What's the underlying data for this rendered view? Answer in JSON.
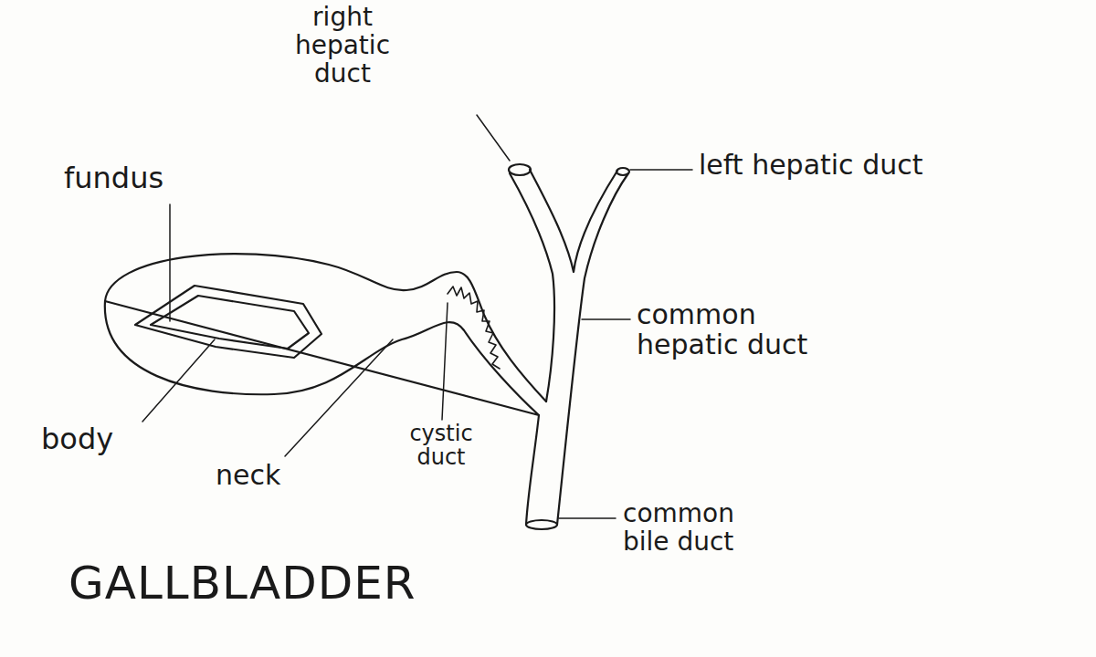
{
  "diagram": {
    "title": "GALLBLADDER",
    "labels": [
      "right hepatic duct",
      "fundus",
      "left hepatic duct",
      "common hepatic duct",
      "body",
      "neck",
      "cystic duct",
      "common bile duct"
    ]
  }
}
